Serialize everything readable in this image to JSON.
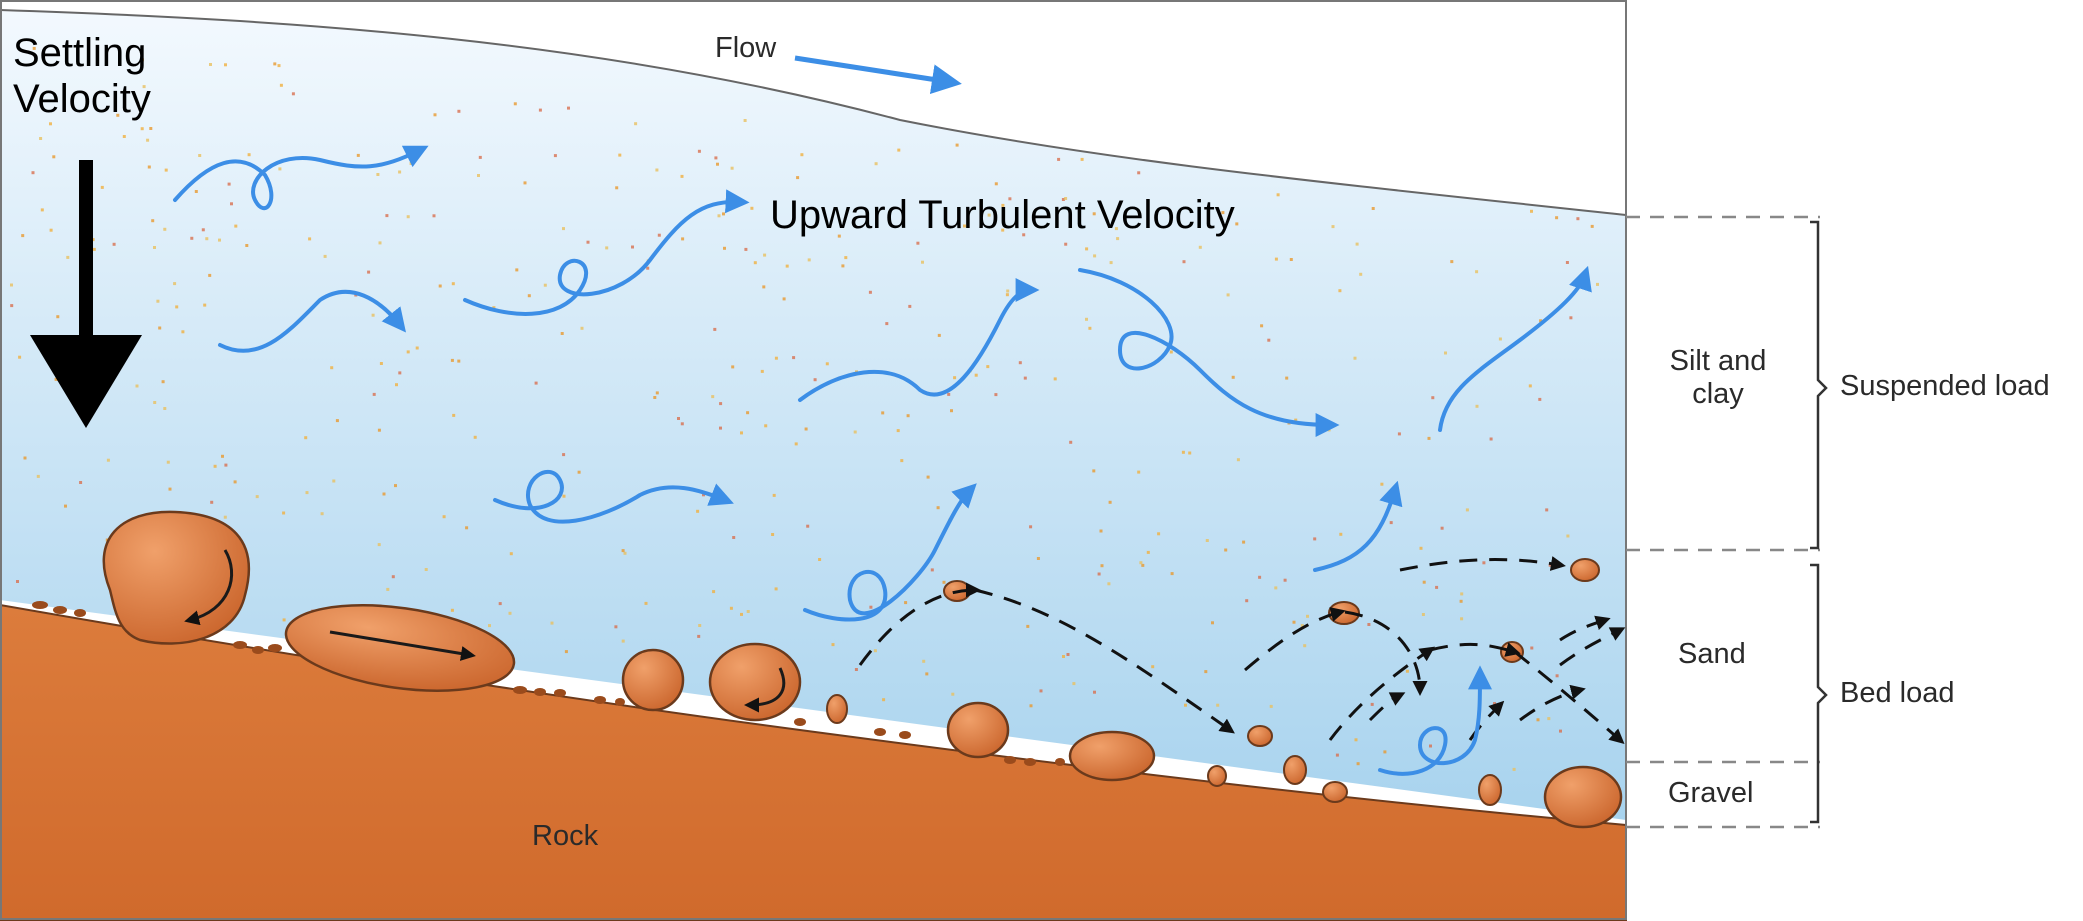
{
  "labels": {
    "settling_velocity": "Settling Velocity",
    "flow": "Flow",
    "upward_turbulent_velocity": "Upward Turbulent Velocity",
    "silt_and_clay": "Silt and clay",
    "suspended_load": "Suspended load",
    "sand": "Sand",
    "bed_load": "Bed load",
    "gravel": "Gravel",
    "rock": "Rock"
  },
  "colors": {
    "water_top": "#f2f8fd",
    "water_bottom": "#a9d4ee",
    "rock": "#d9773a",
    "rock_dark": "#b85a22",
    "pebble": "#d8763a",
    "turbulence_arrow": "#3c8ee6",
    "bounce_arrow": "#111111",
    "settling_arrow": "#000000"
  }
}
